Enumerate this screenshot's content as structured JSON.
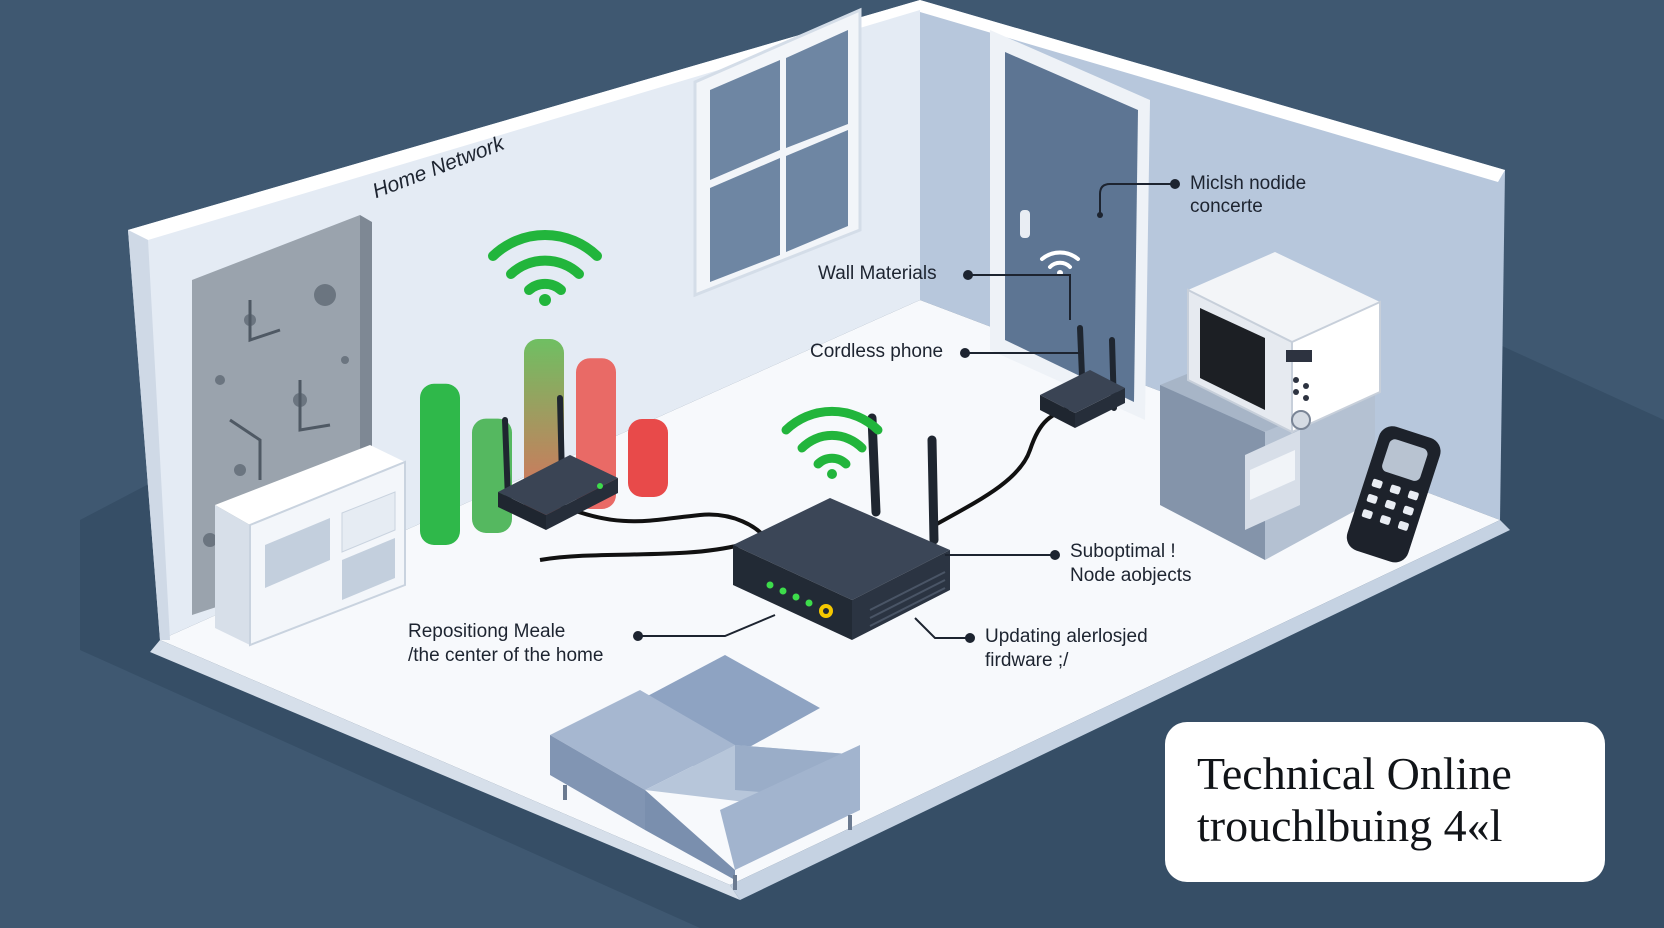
{
  "labels": {
    "home_network": "Home Network",
    "wall_materials": "Wall Materials",
    "cordless_phone": "Cordless phone",
    "mesh_line1": "Miclsh nodide",
    "mesh_line2": "concerte",
    "suboptimal_line1": "Suboptimal !",
    "suboptimal_line2": "Node aobjects",
    "updating_line1": "Updating alerlosjed",
    "updating_line2": "firdware ;/",
    "reposition_line1": "Repositiong Meale",
    "reposition_line2": "/the center of the home"
  },
  "title_card": {
    "line1": "Technical Online",
    "line2": "trouchlbuing 4«l"
  },
  "signal_bars": [
    {
      "color": "#2fb84a",
      "level": 0.62
    },
    {
      "color": "#55b860",
      "level": 0.44
    },
    {
      "color": "#7fb46a",
      "level": 0.7
    },
    {
      "color": "#e96a66",
      "level": 0.58
    },
    {
      "color": "#e84a4a",
      "level": 0.3
    }
  ],
  "colors": {
    "background": "#3f5871",
    "wifi_green": "#22b53c",
    "router": "#2b3442",
    "led_green": "#3ddc4b",
    "led_yellow": "#f5c800"
  },
  "icons": [
    "wifi-icon",
    "router-icon",
    "microwave-icon",
    "cordless-phone-icon",
    "sofa-icon",
    "window-icon",
    "door-icon"
  ]
}
